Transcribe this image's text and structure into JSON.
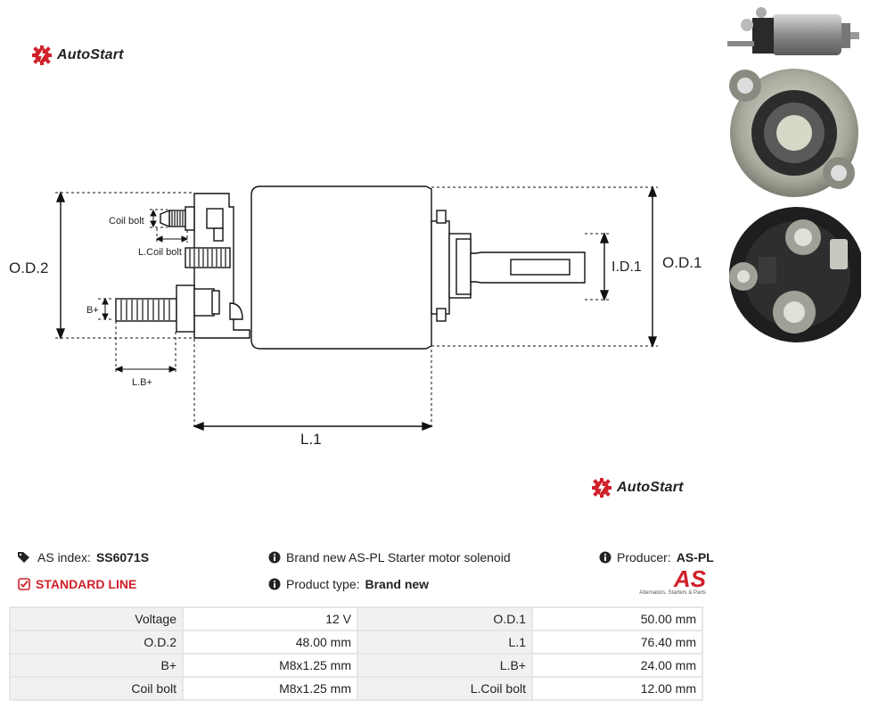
{
  "brand": {
    "logo_text": "AutoStart"
  },
  "drawing": {
    "labels": {
      "coil_bolt": "Coil bolt",
      "l_coil_bolt": "L.Coil bolt",
      "od2": "O.D.2",
      "od1": "O.D.1",
      "id1": "I.D.1",
      "b_plus": "B+",
      "lb_plus": "L.B+",
      "l1": "L.1"
    }
  },
  "info": {
    "as_index_label": "AS index:",
    "as_index_value": "SS6071S",
    "line": "STANDARD LINE",
    "description": "Brand new AS-PL Starter motor solenoid",
    "product_type_label": "Product type:",
    "product_type_value": "Brand new",
    "producer_label": "Producer:",
    "producer_value": "AS-PL",
    "producer_logo": "AS",
    "producer_tagline": "Alternators, Starters & Parts"
  },
  "specs": [
    {
      "l1": "Voltage",
      "v1": "12 V",
      "l2": "O.D.1",
      "v2": "50.00 mm"
    },
    {
      "l1": "O.D.2",
      "v1": "48.00 mm",
      "l2": "L.1",
      "v2": "76.40 mm"
    },
    {
      "l1": "B+",
      "v1": "M8x1.25 mm",
      "l2": "L.B+",
      "v2": "24.00 mm"
    },
    {
      "l1": "Coil bolt",
      "v1": "M8x1.25 mm",
      "l2": "L.Coil bolt",
      "v2": "12.00 mm"
    }
  ],
  "colors": {
    "accent": "#d0202a",
    "label_bg": "#f1f1f1",
    "border": "#e6e6e6"
  },
  "icons": [
    "tag-icon",
    "check-square-icon",
    "info-icon",
    "info-icon",
    "info-icon"
  ]
}
